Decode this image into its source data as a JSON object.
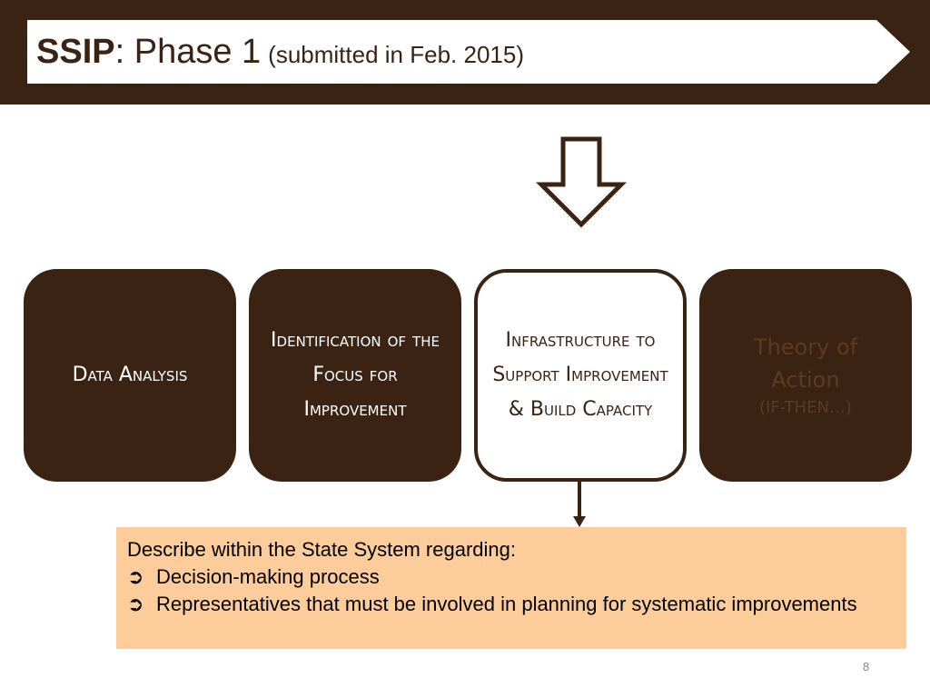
{
  "header": {
    "title_bold": "SSIP",
    "title_main": ": Phase 1",
    "title_sub": "(submitted in Feb. 2015)"
  },
  "boxes": [
    {
      "label": "Data Analysis"
    },
    {
      "label": "Identification of the Focus for Improvement"
    },
    {
      "label": "Infrastructure to Support Improvement & Build Capacity"
    },
    {
      "line1": "Theory of Action",
      "line2": "(IF-THEN…)"
    }
  ],
  "description": {
    "intro": "Describe within the State System regarding:",
    "bullet_mark": "➲",
    "bullets": [
      "Decision-making process",
      "Representatives that must be involved in planning for systematic improvements"
    ]
  },
  "page_number": "8",
  "colors": {
    "brown": "#3b2314",
    "peach": "#fdcc9b",
    "muted_brown": "#5e3a1f"
  }
}
